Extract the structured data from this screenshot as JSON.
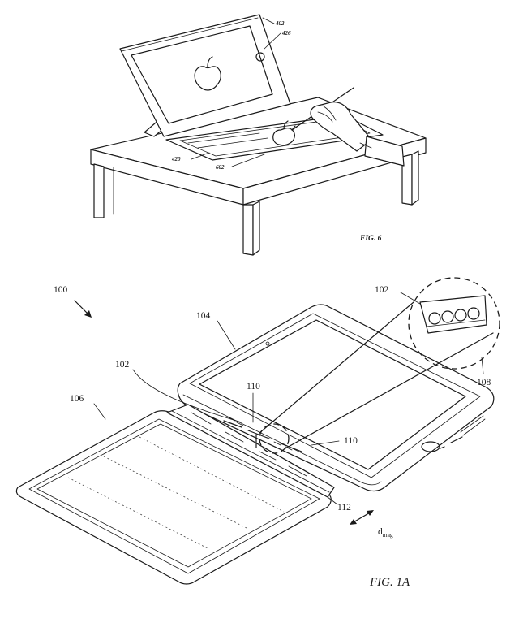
{
  "figure6": {
    "caption": "FIG. 6",
    "refs": {
      "r402": "402",
      "r426": "426",
      "r420": "420",
      "r602": "602"
    }
  },
  "figure1a": {
    "caption": "FIG. 1A",
    "refs": {
      "r100": "100",
      "r102_top": "102",
      "r104": "104",
      "r102_left": "102",
      "r106": "106",
      "r108": "108",
      "r110_top": "110",
      "r110_right": "110",
      "r112": "112",
      "dmag_base": "d",
      "dmag_sub": "mag"
    }
  }
}
